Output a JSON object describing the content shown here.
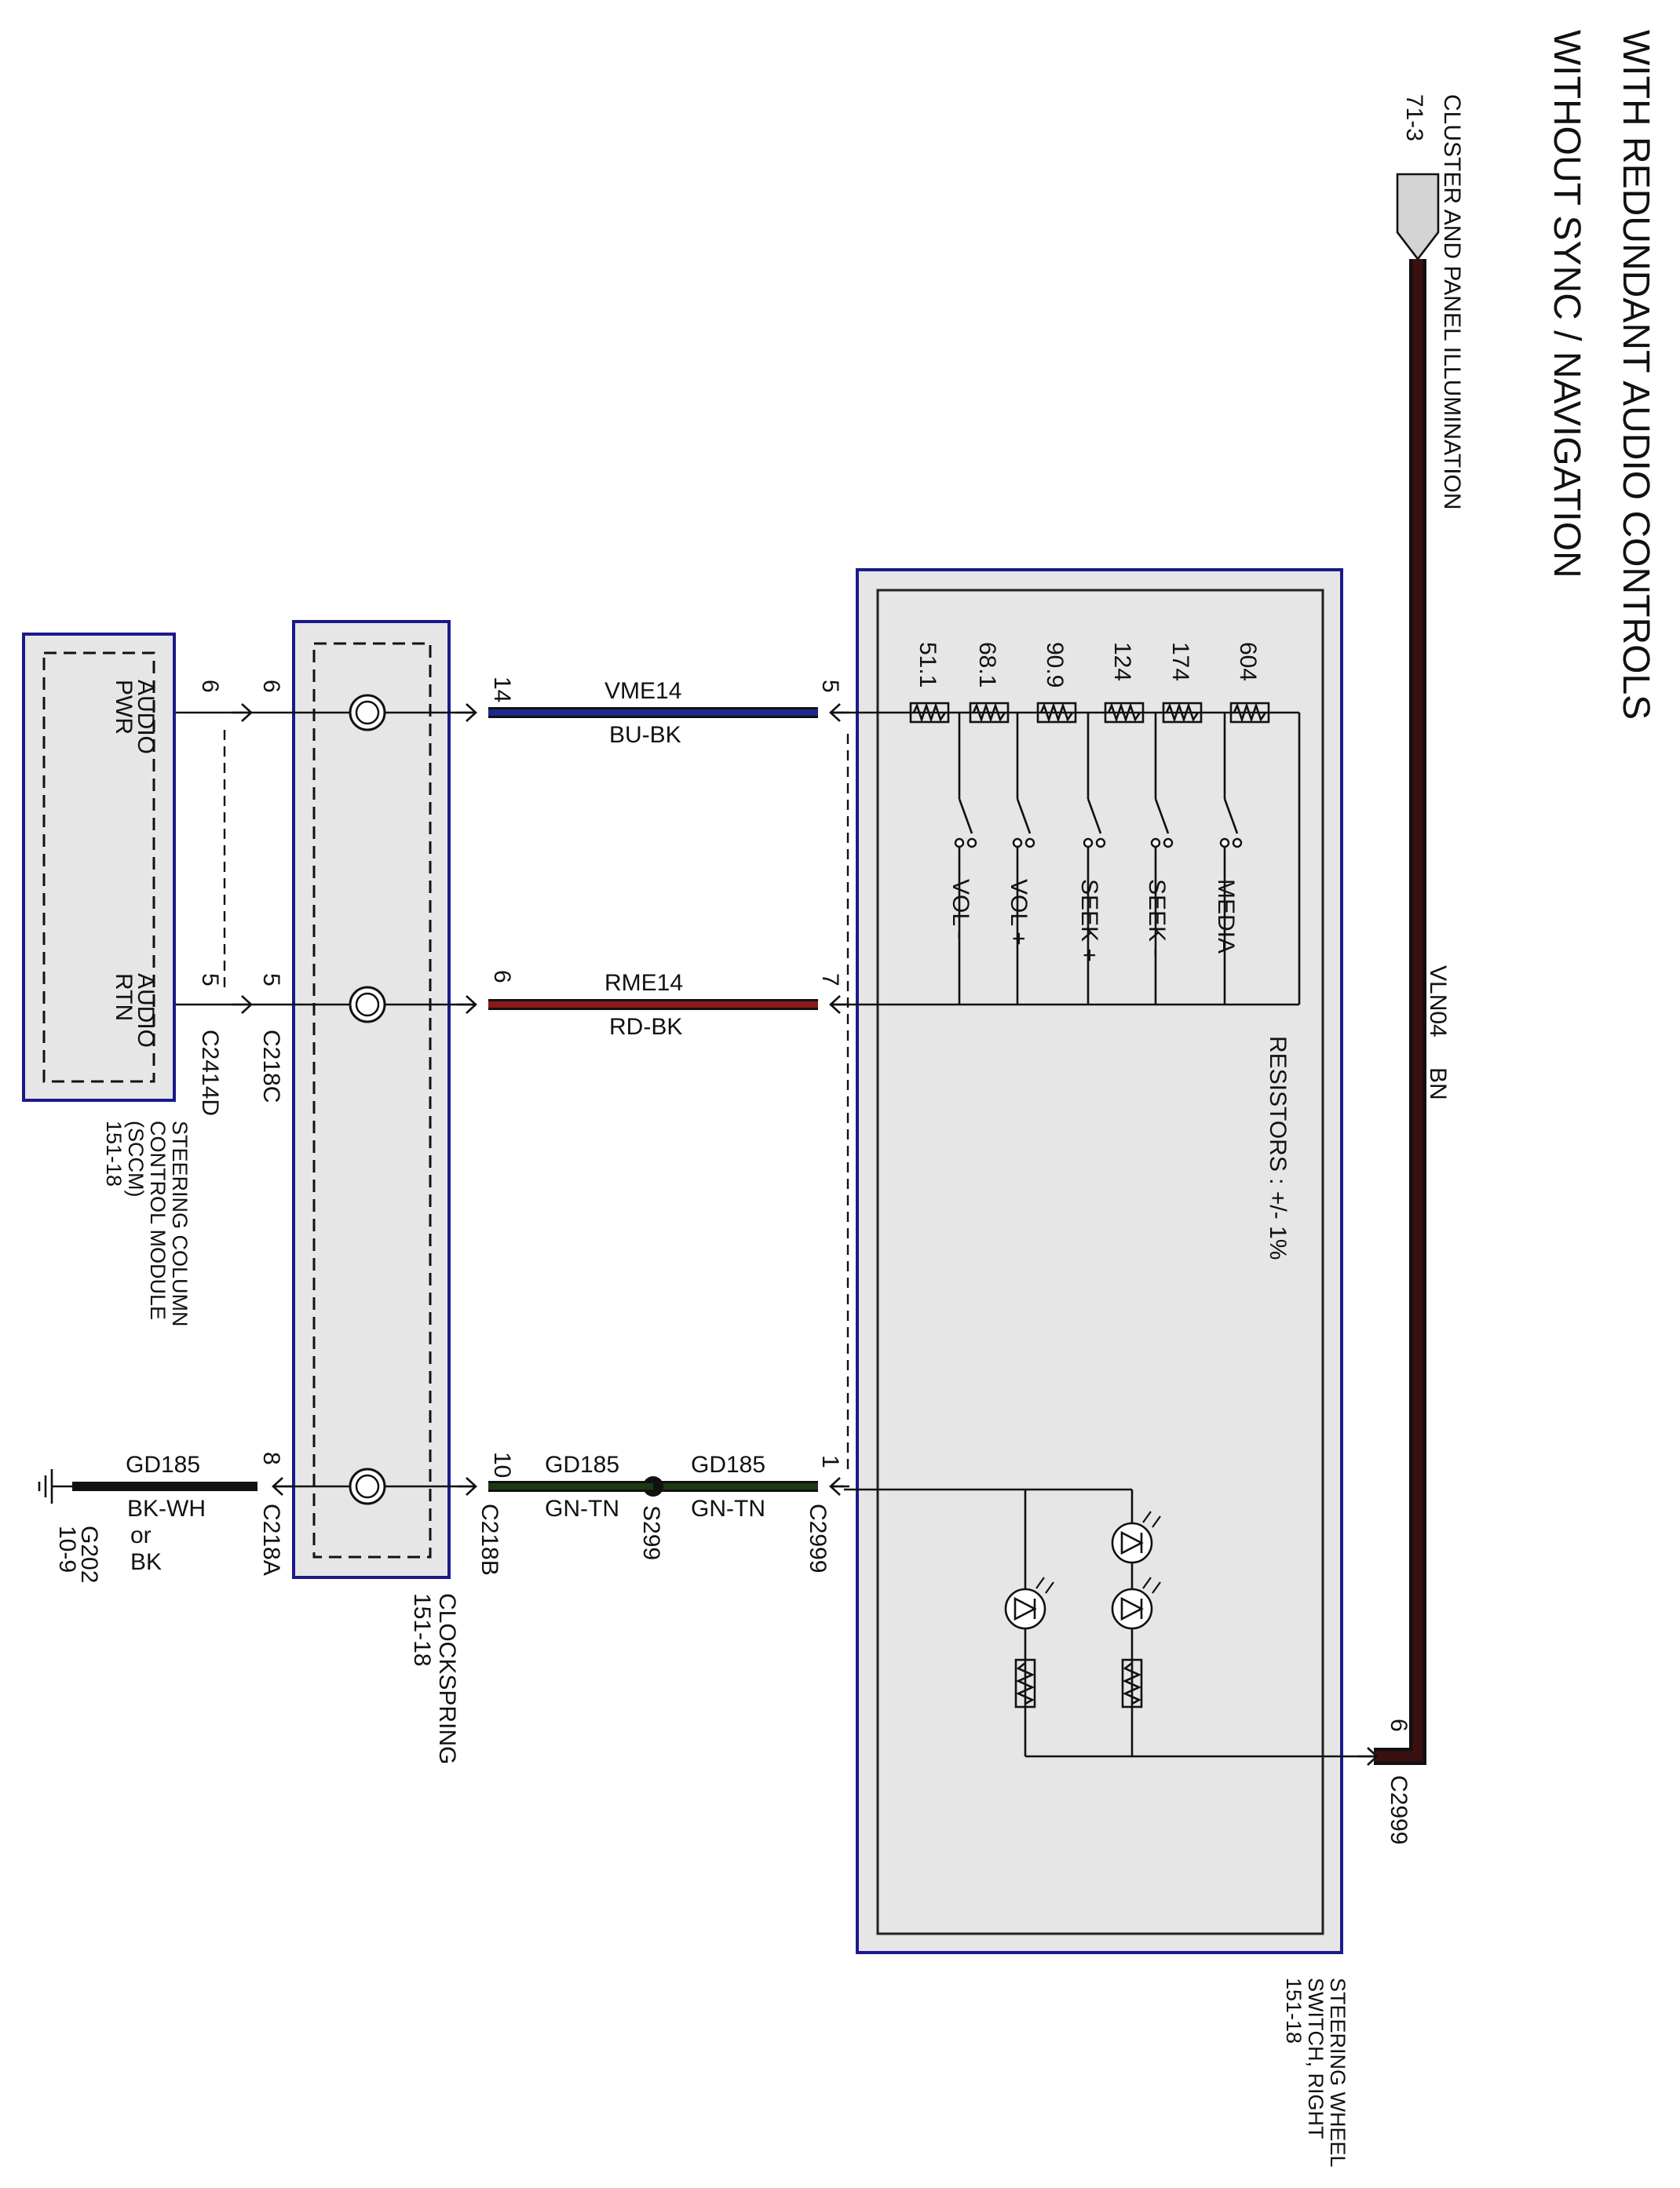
{
  "title": {
    "line1": "WITH REDUNDANT AUDIO CONTROLS",
    "line2": "WITHOUT SYNC / NAVIGATION"
  },
  "illumination": {
    "label": "CLUSTER AND PANEL ILLUMINATION",
    "ref": "71-3",
    "circuit": "VLN04",
    "color": "BN",
    "pin": "6",
    "connector": "C2999"
  },
  "steering_switch": {
    "name_line1": "STEERING WHEEL",
    "name_line2": "SWITCH, RIGHT",
    "ref": "151-18",
    "resistors": [
      "604",
      "174",
      "124",
      "90.9",
      "68.1",
      "51.1"
    ],
    "switches": [
      "MEDIA",
      "SEEK -",
      "SEEK +",
      "VOL +",
      "VOL -"
    ],
    "resistor_note": "RESISTORS : +/- 1%"
  },
  "wires": {
    "vme": {
      "circuit": "VME14",
      "color": "BU-BK",
      "pin_left": "14",
      "pin_right": "5"
    },
    "rme": {
      "circuit": "RME14",
      "color": "RD-BK",
      "pin_left": "6",
      "pin_right": "7"
    },
    "gd_right": {
      "circuit": "GD185",
      "color": "GN-TN",
      "pin": "1",
      "connector": "C2999"
    },
    "gd_mid": {
      "circuit": "GD185",
      "color": "GN-TN",
      "pin": "10",
      "connector": "C218B"
    },
    "splice": "S299",
    "gd_left": {
      "circuit": "GD185",
      "color1": "BK-WH",
      "or": "or",
      "color2": "BK",
      "pin": "8",
      "connector": "C218A"
    },
    "ground": {
      "name": "G202",
      "ref": "10-9"
    }
  },
  "clockspring": {
    "name": "CLOCKSPRING",
    "ref": "151-18"
  },
  "sccm": {
    "pin_pwr": "6",
    "pin_rtn": "5",
    "pwr_line1": "AUDIO",
    "pwr_line2": "PWR",
    "rtn_line1": "AUDIO",
    "rtn_line2": "RTN",
    "connector": "C2414D",
    "name_line1": "STEERING COLUMN",
    "name_line2": "CONTROL MODULE",
    "name_line3": "(SCCM)",
    "ref": "151-18"
  },
  "c218c": {
    "pin_pwr": "6",
    "pin_rtn": "5",
    "connector": "C218C"
  },
  "colors": {
    "vme_wire": "#1b2a8a",
    "rme_wire": "#8b1a1a",
    "gd_wire": "#1c3a12",
    "bk_wire": "#111111",
    "vln_wire": "#3a1010",
    "module_border": "#1a1a8c",
    "module_fill": "#e6e6e6"
  },
  "icons": [
    "resistor-icon",
    "switch-icon",
    "led-icon",
    "splice-icon",
    "ground-icon",
    "clockspring-icon",
    "connector-arrow-icon"
  ]
}
